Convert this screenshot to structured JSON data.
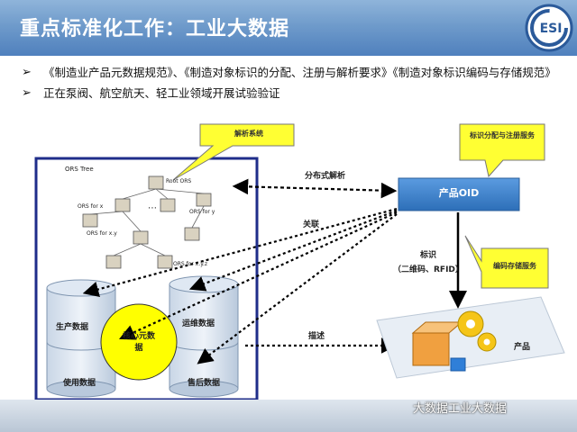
{
  "header": {
    "title": "重点标准化工作：工业大数据",
    "logo_text": "ESI"
  },
  "bullets": [
    {
      "marker": "➢",
      "text": "《制造业产品元数据规范》、《制造对象标识的分配、注册与解析要求》《制造对象标识编码与存储规范》"
    },
    {
      "marker": "➢",
      "text": "正在泵阀、航空航天、轻工业领域开展试验验证"
    }
  ],
  "diagram": {
    "callouts": {
      "resolution_system": "解析系统",
      "id_allocation": "标识分配与注册服务",
      "code_storage": "编码存储服务"
    },
    "ors_tree": {
      "title": "ORS Tree",
      "root": "Root ORS",
      "level1_left": "ORS for x",
      "level1_right": "ORS for y",
      "level2_left": "ORS for x.y",
      "level2_right": "ORS for x.y.z",
      "ellipsis": "⋯"
    },
    "product_oid": "产品OID",
    "labels": {
      "distributed_resolution": "分布式解析",
      "association": "关联",
      "identification": "标识",
      "id_media": "（二维码、RFID）",
      "description": "描述",
      "product": "产品"
    },
    "core_metadata": "核心元数据",
    "data_sets": {
      "production": "生产数据",
      "operation": "运维数据",
      "usage": "使用数据",
      "after_sales": "售后数据"
    }
  },
  "footer": {
    "watermark": "大数据工业大数据"
  },
  "colors": {
    "header_blue": "#4f80bd",
    "callout_yellow": "#ffff33",
    "oid_box": "#3d7fc9",
    "core_yellow": "#ffff00",
    "frame_navy": "#1f2d8a"
  }
}
